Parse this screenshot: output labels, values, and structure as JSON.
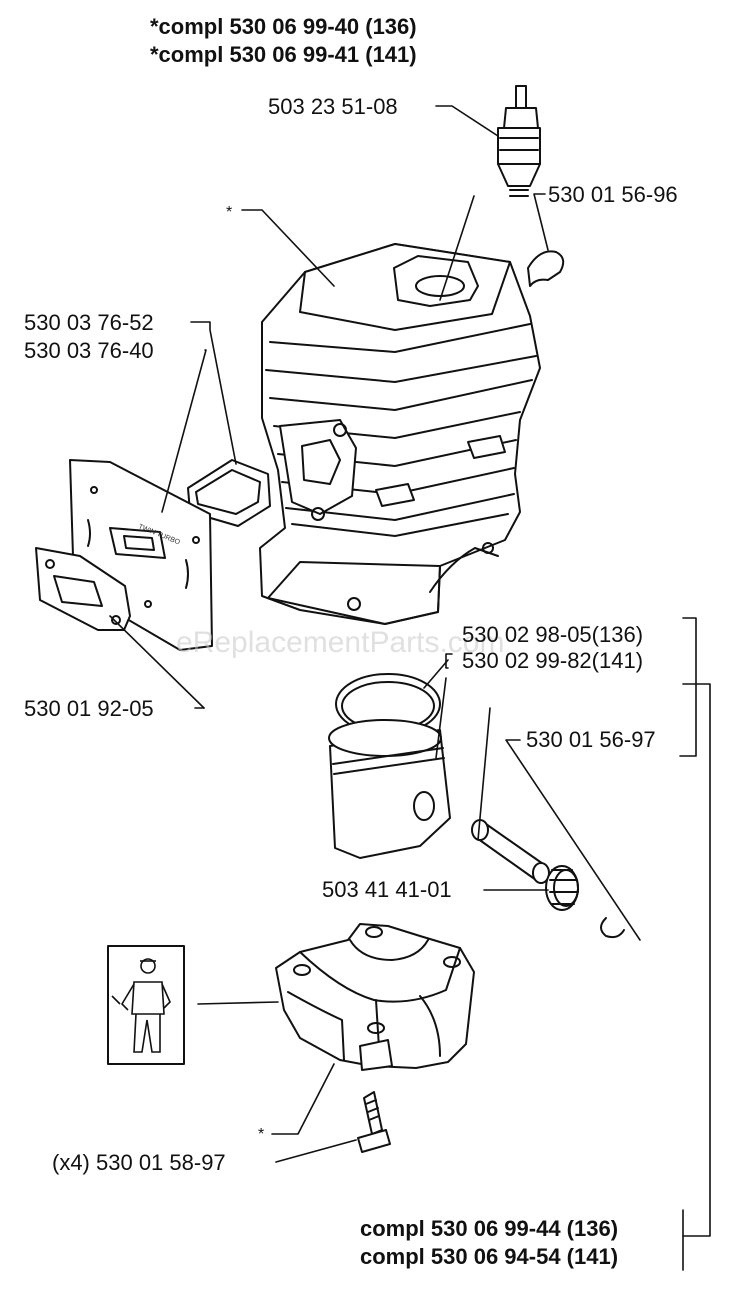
{
  "header": {
    "line1": "*compl 530 06 99-40 (136)",
    "line2": "*compl 530 06 99-41 (141)"
  },
  "parts": {
    "spark_plug": "503 23 51-08",
    "clip": "530 01 56-96",
    "gasket_a": "530 03 76-52",
    "gasket_b": "530 03 76-40",
    "muffler_gasket": "530 01 92-05",
    "piston_136": "530 02 98-05(136)",
    "piston_141": "530 02 99-82(141)",
    "circlip": "530 01 56-97",
    "bearing": "503 41 41-01",
    "screw": "(x4) 530 01 58-97"
  },
  "markers": {
    "cylinder_star": "*",
    "crankcase_star": "*"
  },
  "footer": {
    "line1": "compl 530 06 99-44 (136)",
    "line2": "compl 530 06 94-54 (141)"
  },
  "plate_text": "TWIN TURBO",
  "watermark": "eReplacementParts.com",
  "icons": [
    "mechanic-icon"
  ]
}
